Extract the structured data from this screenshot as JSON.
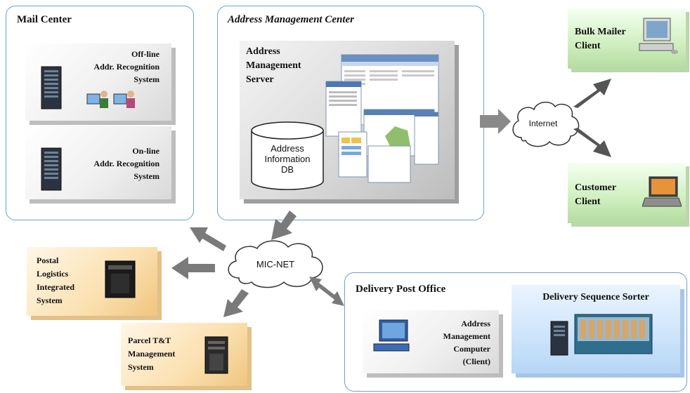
{
  "mail_center": {
    "title": "Mail Center",
    "offline_label": "Off-line\nAddr. Recognition\nSystem",
    "online_label": "On-line\nAddr. Recognition\nSystem"
  },
  "amc": {
    "title": "Address Management Center",
    "server_label": "Address\nManagement\nServer",
    "db_label": "Address\nInformation\nDB"
  },
  "internet_label": "Internet",
  "bulk_mailer_label": "Bulk Mailer\nClient",
  "customer_label": "Customer\nClient",
  "micnet_label": "MIC-NET",
  "postal_label": "Postal\nLogistics\nIntegrated\nSystem",
  "parcel_label": "Parcel T&T\nManagement\nSystem",
  "dpo": {
    "title": "Delivery Post Office",
    "computer_label": "Address\nManagement\nComputer\n(Client)",
    "sorter_label": "Delivery Sequence Sorter"
  },
  "colors": {
    "panel_border": "#6f9fcf",
    "arrow": "#8a8a8a"
  }
}
